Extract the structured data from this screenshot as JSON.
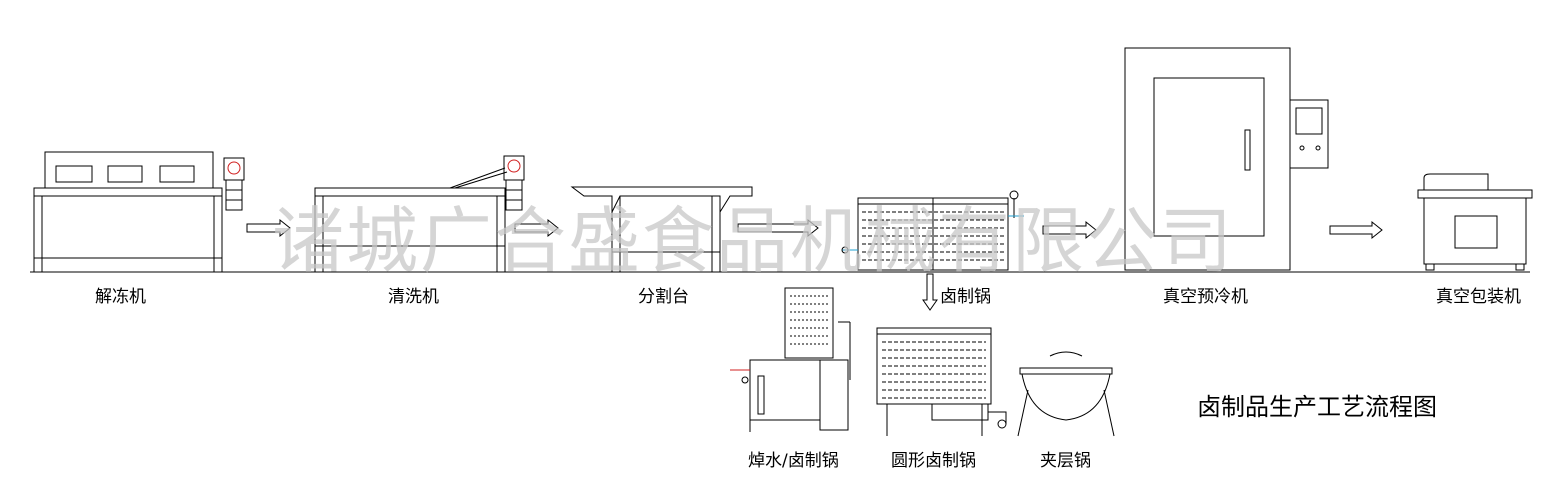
{
  "title": "卤制品生产工艺流程图",
  "watermark": "诸城广合盛食品机械有限公司",
  "equipment": {
    "thaw": "解冻机",
    "wash": "清洗机",
    "cut": "分割台",
    "brine": "卤制锅",
    "precool": "真空预冷机",
    "pack": "真空包装机",
    "blanch": "焯水/卤制锅",
    "round": "圆形卤制锅",
    "jacket": "夹层锅"
  },
  "colors": {
    "line": "#000000",
    "watermark": "#c8c8c8",
    "motor_red": "#d02020",
    "valve_cyan": "#20a0d0"
  }
}
